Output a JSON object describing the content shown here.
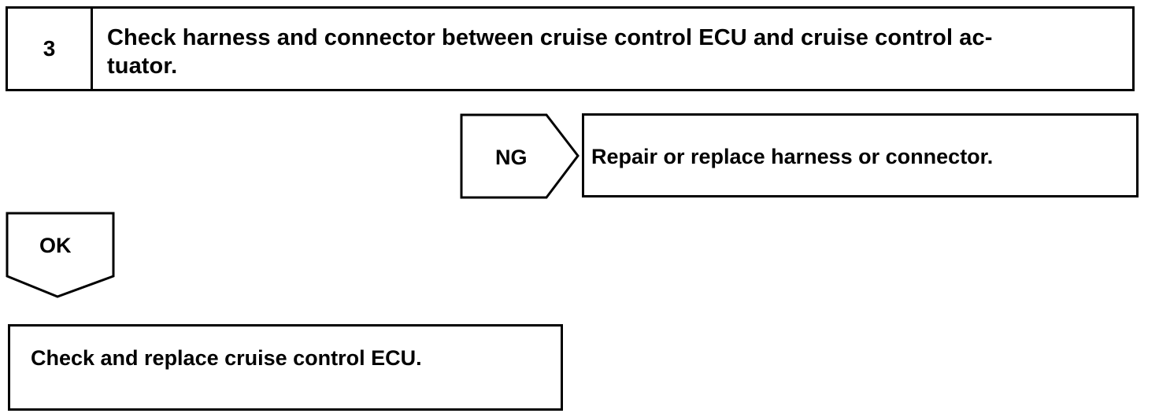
{
  "step": {
    "number": "3",
    "title_line1": "Check harness and connector between cruise control ECU and cruise control ac-",
    "title_line2": "tuator."
  },
  "ng_branch": {
    "label": "NG",
    "action": "Repair or replace harness or connector."
  },
  "ok_branch": {
    "label": "OK",
    "action": "Check and replace cruise control ECU."
  }
}
